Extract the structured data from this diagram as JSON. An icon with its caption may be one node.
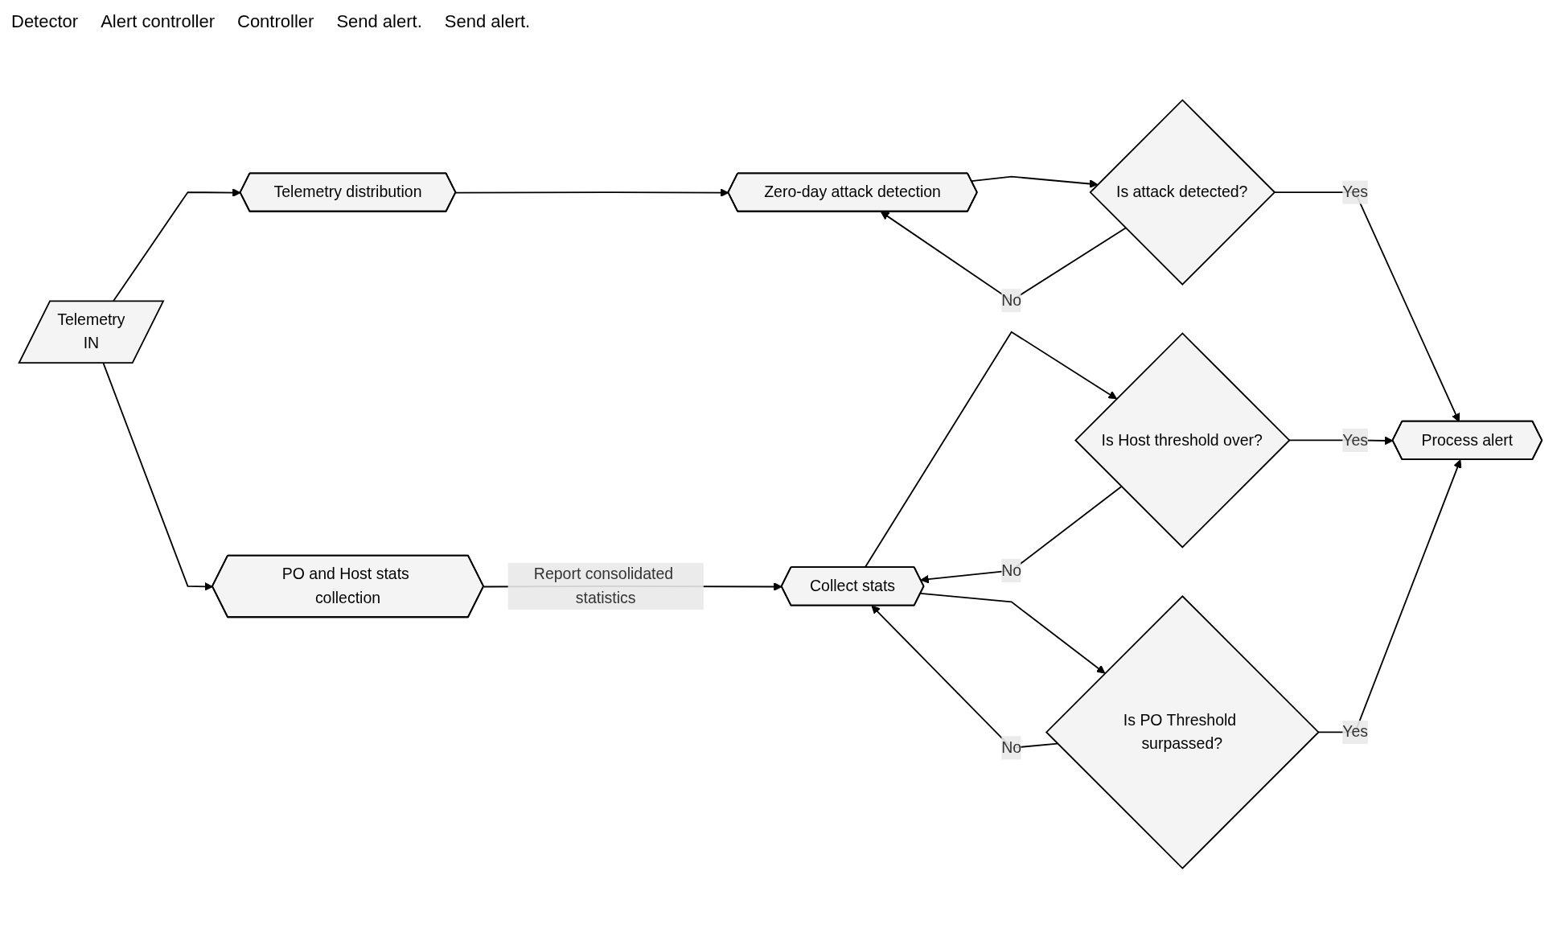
{
  "diagram": {
    "nodes": [
      {
        "text": [
          "Telemetry",
          "IN"
        ]
      },
      {
        "text": [
          "Telemetry distribution"
        ]
      },
      {
        "text": [
          "PO and Host stats collection"
        ]
      },
      {
        "text": [
          "Zero-day attack detection"
        ]
      },
      {
        "text": [
          "Is attack detected?"
        ]
      },
      {
        "text": [
          "Collect stats"
        ]
      },
      {
        "text": [
          "Is Host threshold over?"
        ]
      },
      {
        "text": [
          "Is PO Threshold surpassed?"
        ]
      },
      {
        "text": [
          "Process alert"
        ]
      }
    ],
    "edges": [
      {
        "from": 0,
        "to": 1,
        "arrow": "to"
      },
      {
        "from": 0,
        "to": 2,
        "arrow": "to"
      },
      {
        "from": 1,
        "to": 3,
        "arrow": "to"
      },
      {
        "from": 3,
        "to": 4,
        "arrow": "to"
      },
      {
        "from": 4,
        "to": 3,
        "arrow": "to",
        "label": "No"
      },
      {
        "from": 4,
        "to": 8,
        "arrow": "to",
        "label": "Yes"
      },
      {
        "from": 2,
        "to": 5,
        "arrow": "to",
        "label": "Report consolidated statistics"
      },
      {
        "from": 5,
        "to": 6,
        "arrow": "to"
      },
      {
        "from": 6,
        "to": 5,
        "arrow": "to",
        "label": "No"
      },
      {
        "from": 6,
        "to": 8,
        "arrow": "to",
        "label": "Yes"
      },
      {
        "from": 5,
        "to": 7,
        "arrow": "to"
      },
      {
        "from": 7,
        "to": 5,
        "arrow": "to",
        "label": "No"
      },
      {
        "from": 7,
        "to": 8,
        "arrow": "to",
        "label": "Yes"
      }
    ],
    "labels": [
      "Detector",
      "Alert controller",
      "Controller",
      "Send alert.",
      "Send alert."
    ]
  }
}
